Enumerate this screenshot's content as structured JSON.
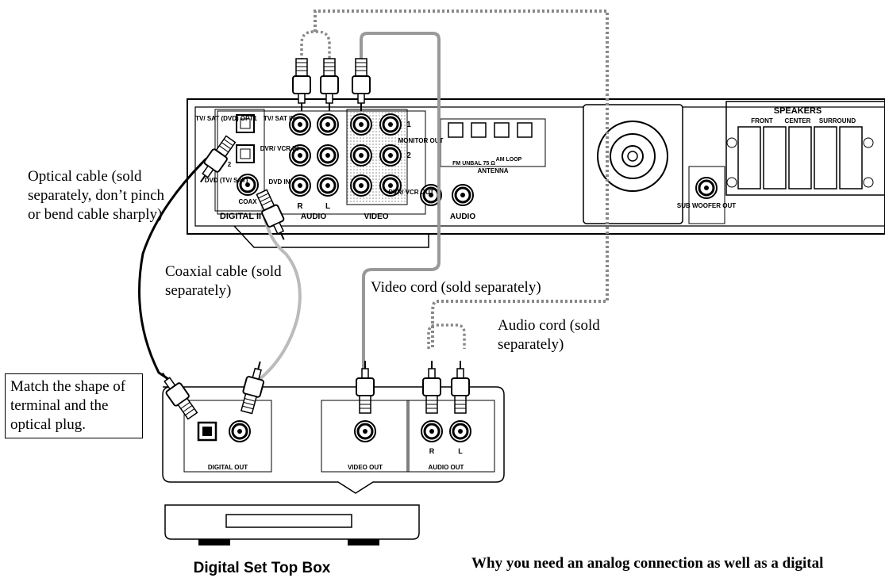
{
  "receiver": {
    "panel_labels": {
      "tv_sat_opt": "TV/ SAT (DVD) OPT1",
      "opt_2": "2",
      "dvd_tv_sat": "DVD (TV/ SAT)",
      "coax": "COAX",
      "digital_in": "DIGITAL II",
      "tv_sat_in": "TV/ SAT IN",
      "dvr_vcr_in": "DVR/ VCR IN",
      "dvd_in": "DVD IN",
      "audio": "AUDIO",
      "video": "VIDEO",
      "r": "R",
      "l": "L",
      "row1": "1",
      "row2": "2",
      "monitor_out": "MONITOR OUT",
      "dvr_vcr_out": "DVR/ VCR OUT",
      "audio_out": "AUDIO",
      "fm_unbal": "FM UNBAL 75 Ω",
      "am_loop": "AM LOOP",
      "antenna": "ANTENNA",
      "speakers": "SPEAKERS",
      "front": "FRONT",
      "center": "CENTER",
      "surround": "SURROUND",
      "sub_woofer_out": "SUB WOOFER OUT"
    }
  },
  "set_top_box": {
    "digital_out": "DIGITAL OUT",
    "video_out": "VIDEO OUT",
    "audio_out": "AUDIO OUT",
    "r": "R",
    "l": "L",
    "name": "Digital Set Top Box"
  },
  "callouts": {
    "optical": "Optical cable (sold separately, don’t pinch or bend cable sharply)",
    "coaxial": "Coaxial cable (sold separately)",
    "video": "Video cord (sold separately)",
    "audio": "Audio cord (sold separately)",
    "match": "Match the shape of terminal and the optical plug."
  },
  "footer_heading": "Why you need an analog connection as well as a digital"
}
